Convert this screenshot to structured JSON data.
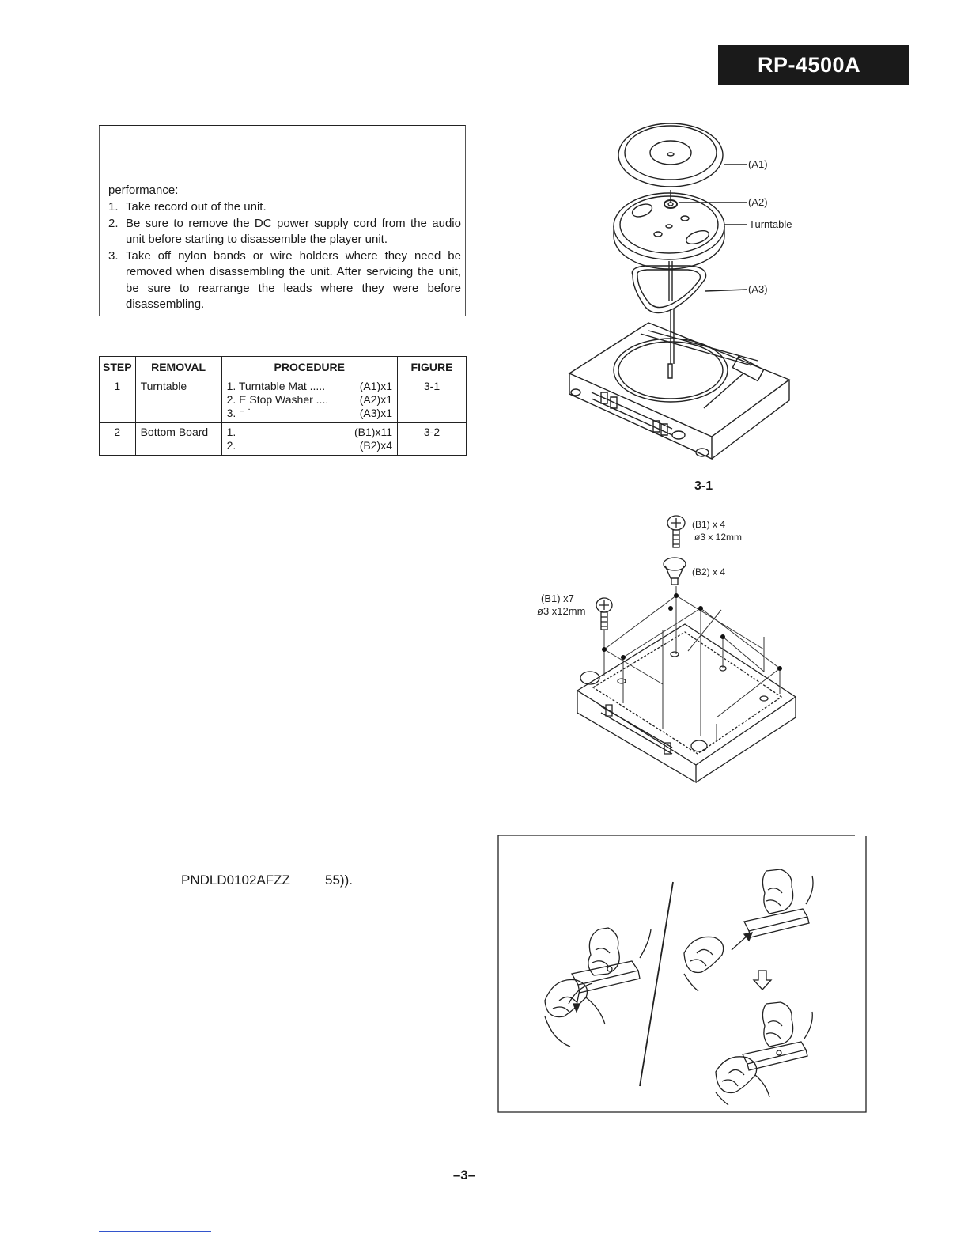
{
  "header": {
    "model": "RP-4500A"
  },
  "notice": {
    "lead": "performance:",
    "items": [
      {
        "num": "1.",
        "text": "Take record out of the unit."
      },
      {
        "num": "2.",
        "text": "Be sure to remove the DC power supply cord from the audio unit before starting to disassemble the player unit."
      },
      {
        "num": "3.",
        "text": "Take off nylon bands or wire holders where they need be removed when disassembling the unit. After servicing the unit, be sure to rearrange the leads where they were before disassembling."
      }
    ]
  },
  "table": {
    "headers": [
      "STEP",
      "REMOVAL",
      "PROCEDURE",
      "FIGURE"
    ],
    "rows": [
      {
        "step": "1",
        "removal": "Turntable",
        "figure": "3-1",
        "procedure": [
          {
            "label": "1. Turntable Mat .....",
            "value": "(A1)x1"
          },
          {
            "label": "2. E Stop Washer ....",
            "value": "(A2)x1"
          },
          {
            "label": "3. ⁻ ˙",
            "value": "(A3)x1"
          }
        ]
      },
      {
        "step": "2",
        "removal": "Bottom Board",
        "figure": "3-2",
        "procedure": [
          {
            "label": "1.",
            "value": "(B1)x11"
          },
          {
            "label": "2.",
            "value": "(B2)x4"
          }
        ]
      }
    ]
  },
  "figure1": {
    "label": "3-1",
    "callouts": {
      "a1": "(A1)",
      "a2": "(A2)",
      "turntable": "Turntable",
      "a3": "(A3)"
    }
  },
  "figure2": {
    "callouts": {
      "b1_top": "(B1) x 4",
      "b1_top_size": "ø3 x 12mm",
      "b2": "(B2) x 4",
      "b1_side": "(B1) x7",
      "b1_side_size": "ø3 x12mm"
    }
  },
  "text": {
    "part_no": "PNDLD0102AFZZ",
    "part_ref": "55))."
  },
  "footer": {
    "page": "–3–"
  }
}
